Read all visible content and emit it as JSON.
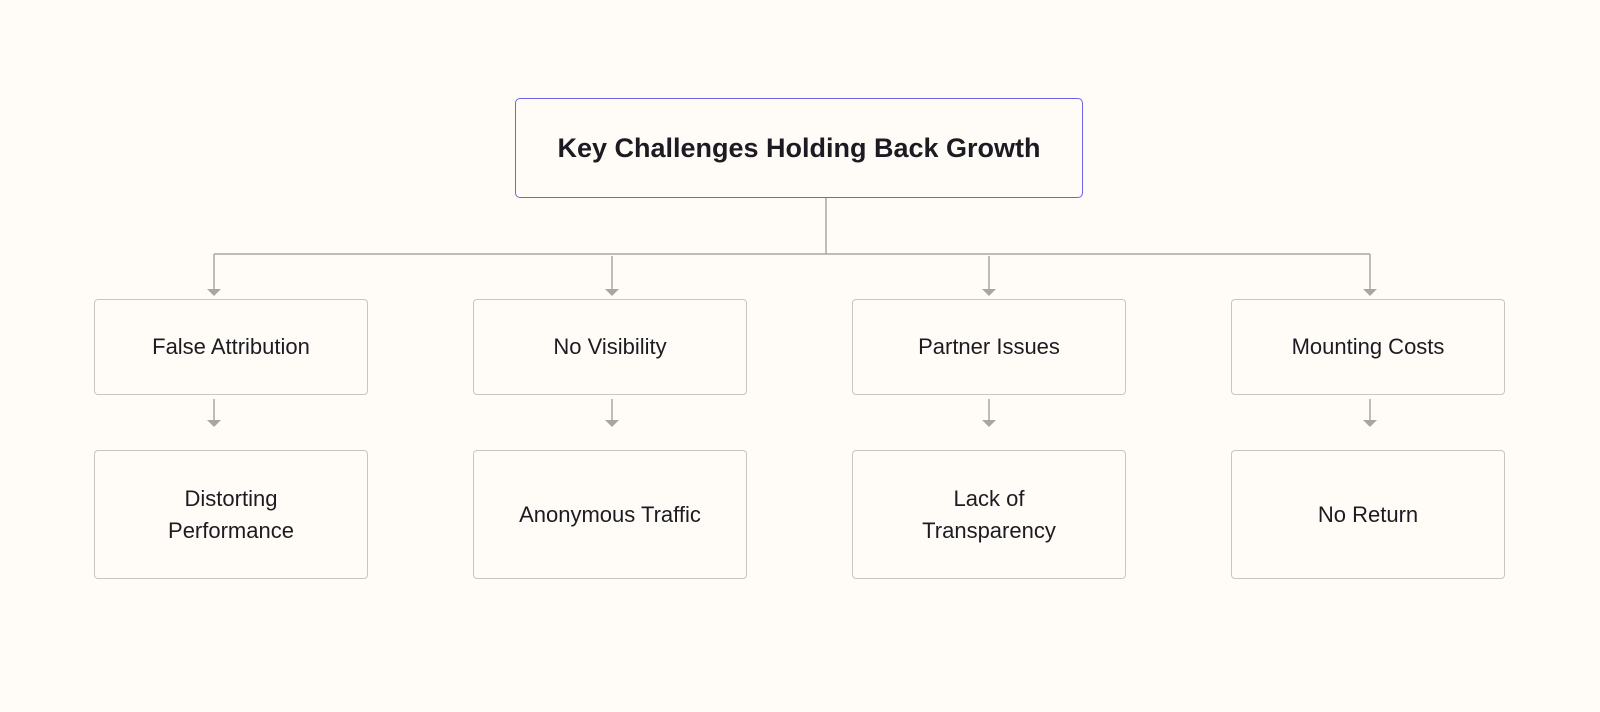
{
  "diagram": {
    "root": {
      "label": "Key Challenges Holding Back Growth"
    },
    "columns": [
      {
        "challenge": "False Attribution",
        "effect": "Distorting\nPerformance"
      },
      {
        "challenge": "No Visibility",
        "effect": "Anonymous Traffic"
      },
      {
        "challenge": "Partner Issues",
        "effect": "Lack of\nTransparency"
      },
      {
        "challenge": "Mounting Costs",
        "effect": "No Return"
      }
    ]
  },
  "colors": {
    "background": "#fffcf7",
    "root_border": "#6f62e6",
    "box_border": "#c9c6c2",
    "connector": "#a8a6a3",
    "text": "#1c1b22"
  }
}
